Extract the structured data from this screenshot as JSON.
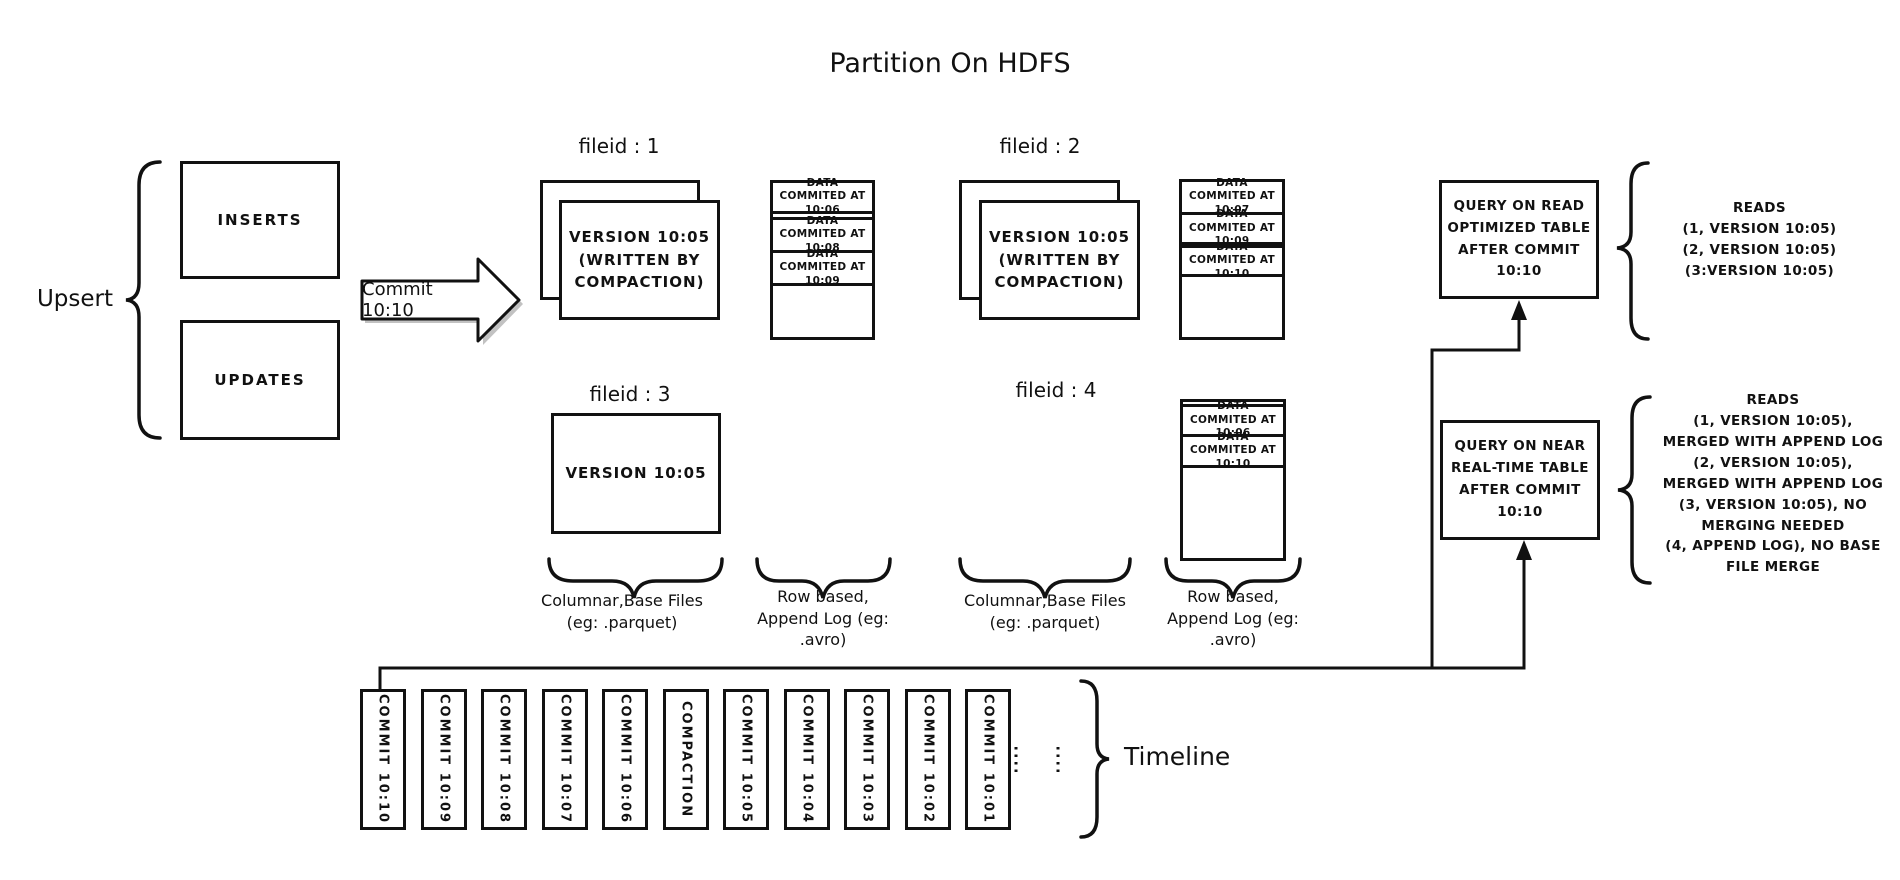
{
  "title": "Partition On HDFS",
  "upsert": {
    "label": "Upsert",
    "inserts": "INSERTS",
    "updates": "UPDATES"
  },
  "arrow": {
    "label": "Commit 10:10"
  },
  "file_groups": {
    "f1": {
      "label": "fileid : 1",
      "version": "VERSION 10:05\n(WRITTEN BY\nCOMPACTION)"
    },
    "f2": {
      "label": "fileid : 2",
      "version": "VERSION 10:05\n(WRITTEN BY\nCOMPACTION)"
    },
    "f3": {
      "label": "fileid : 3",
      "version": "VERSION 10:05"
    },
    "f4": {
      "label": "fileid : 4"
    }
  },
  "logs": {
    "log1": [
      "DATA COMMITED AT 10:06",
      "DATA COMMITED AT 10:08",
      "DATA COMMITED AT 10:09"
    ],
    "log2": [
      "DATA COMMITED AT 10:07",
      "DATA COMMITED AT 10:09",
      "DATA COMMITED AT 10:10"
    ],
    "log4": [
      "DATA COMMITED AT 10:06",
      "DATA COMMITED AT 10:10"
    ]
  },
  "column_labels": {
    "columnar1": "Columnar,Base Files\n(eg: .parquet)",
    "row1": "Row based,\nAppend Log  (eg:\n.avro)",
    "columnar2": "Columnar,Base Files\n(eg: .parquet)",
    "row2": "Row based,\nAppend Log  (eg:\n.avro)"
  },
  "queries": {
    "read_optimized": {
      "box": "QUERY ON READ\nOPTIMIZED TABLE\nAFTER COMMIT\n10:10",
      "reads": "READS\n(1, VERSION 10:05)\n(2, VERSION 10:05)\n(3:VERSION 10:05)"
    },
    "near_realtime": {
      "box": "QUERY ON NEAR\nREAL-TIME TABLE\nAFTER COMMIT\n10:10",
      "reads": "READS\n(1, VERSION 10:05),\nMERGED WITH APPEND LOG\n(2, VERSION 10:05),\nMERGED WITH APPEND LOG\n(3, VERSION 10:05), NO\nMERGING NEEDED\n(4, APPEND LOG), NO BASE\nFILE MERGE"
    }
  },
  "timeline": {
    "label": "Timeline",
    "items": [
      "COMMIT 10:10",
      "COMMIT 10:09",
      "COMMIT 10:08",
      "COMMIT 10:07",
      "COMMIT 10:06",
      "COMPACTION",
      "COMMIT 10:05",
      "COMMIT 10:04",
      "COMMIT 10:03",
      "COMMIT 10:02",
      "COMMIT 10:01"
    ]
  },
  "colors": {
    "ink": "#111111",
    "background": "#ffffff"
  }
}
